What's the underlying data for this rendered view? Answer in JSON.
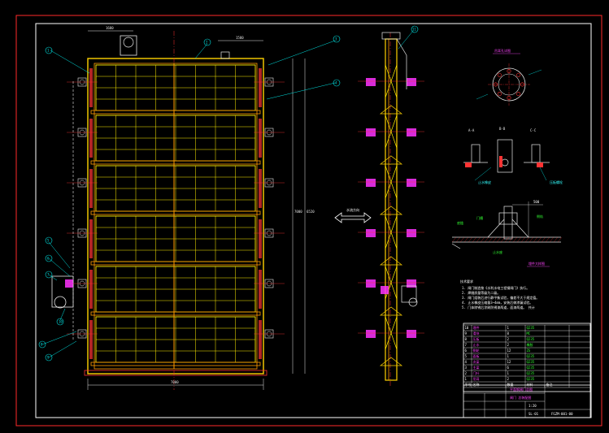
{
  "colors": {
    "background": "#000000",
    "outer_border": "#ff2a2a",
    "inner_border": "#ffffff",
    "gate_frame": "#ffd200",
    "gate_grid": "#ffee00",
    "rib": "#ff9a00",
    "magenta": "#ff33ff",
    "leader": "#00e5e5",
    "dimension": "#e8e8e8",
    "centerline": "#ff3030",
    "hatch": "#ff3333",
    "table_text_magenta": "#ff44ff",
    "table_text_green": "#33ff33",
    "table_text_cyan": "#33ffff"
  },
  "front_view": {
    "dim_top_left": "1680",
    "dim_top_right": "1580",
    "dim_height_outer": "7000",
    "dim_height_inner": "6520",
    "dim_bottom": "7000",
    "balloons": [
      "1",
      "2",
      "3",
      "4",
      "5",
      "6",
      "7",
      "8",
      "9",
      "10"
    ]
  },
  "side_view": {
    "direction_label": "水流方向",
    "balloon": "11"
  },
  "details": {
    "lifting_lug_title": "吊耳孔详图",
    "section_a": "A-A",
    "section_b": "B-B",
    "section_c": "C-C",
    "seal_note_left": "止水橡皮",
    "seal_note_right": "压板螺栓",
    "embedded_title": "埋件大样图",
    "embedded_dim": "500",
    "embedded_labels": [
      "门槽",
      "侧轨",
      "底槛",
      "止水座"
    ]
  },
  "notes": {
    "title": "技术要求",
    "lines": [
      "1. 闸门制造按《水利水电工程钢闸门》执行。",
      "2. 焊缝质量等级为二级。",
      "3. 闸门组装后进行静平衡试验，偏差不大于规定值。",
      "4. 止水橡皮压缩量3~4mm，安装后做渗漏试验。",
      "5. 门体除锈后涂刷防锈漆两道，面漆两道。    共计"
    ]
  },
  "parts_table": {
    "rows": [
      [
        "1",
        "吊耳",
        "2",
        "Q235",
        ""
      ],
      [
        "2",
        "门叶",
        "1",
        "Q235",
        ""
      ],
      [
        "3",
        "主梁",
        "6",
        "Q235",
        ""
      ],
      [
        "4",
        "次梁",
        "12",
        "Q235",
        ""
      ],
      [
        "5",
        "面板",
        "1",
        "Q235",
        ""
      ],
      [
        "6",
        "侧轮",
        "12",
        "ZG",
        ""
      ],
      [
        "7",
        "止水",
        "2",
        "橡胶",
        ""
      ],
      [
        "8",
        "压板",
        "2",
        "Q235",
        ""
      ],
      [
        "9",
        "滑块",
        "8",
        "MC",
        ""
      ],
      [
        "10",
        "埋件",
        "1",
        "Q235",
        ""
      ]
    ],
    "header": [
      "序号",
      "名称",
      "数量",
      "材料",
      "备注"
    ]
  },
  "title_block": {
    "project": "平面钢闸门总图",
    "drawing_name": "闸门 总装配图",
    "scale": "1:20",
    "sheet": "SL-01",
    "drawing_no": "FGZM-001-00"
  }
}
